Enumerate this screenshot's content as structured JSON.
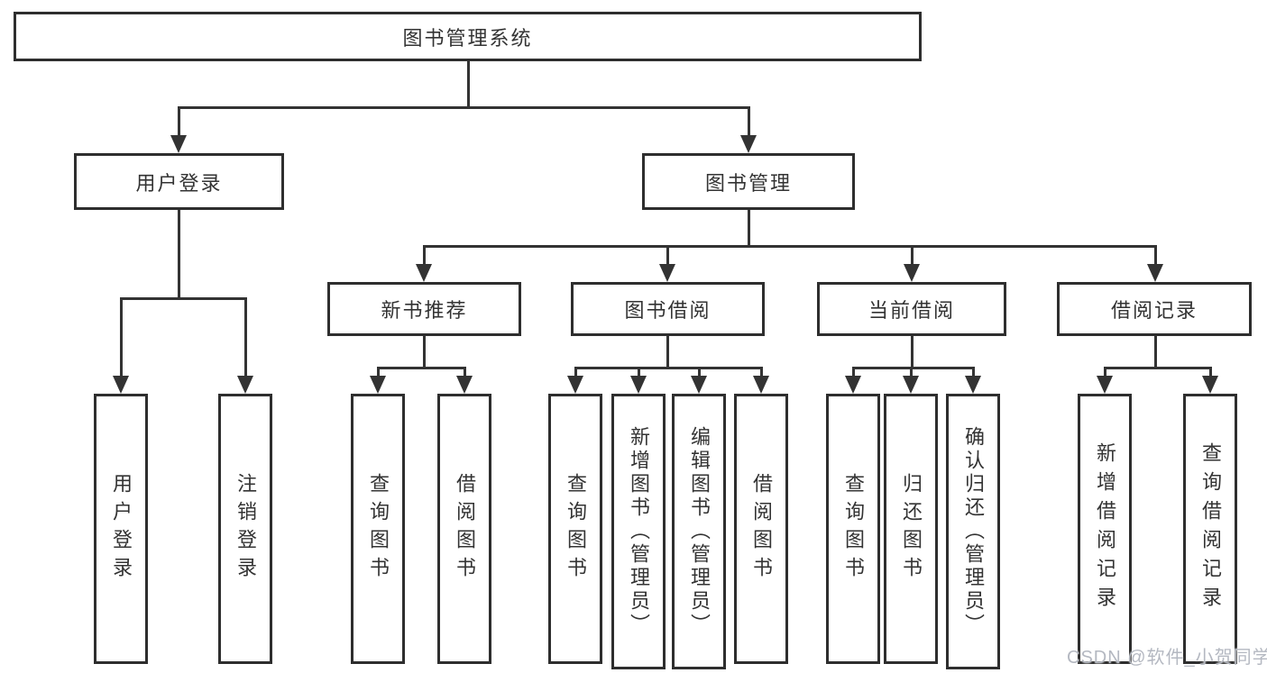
{
  "diagram": {
    "title": "图书管理系统",
    "level2": [
      {
        "label": "用户登录"
      },
      {
        "label": "图书管理"
      }
    ],
    "level3": [
      {
        "label": "新书推荐"
      },
      {
        "label": "图书借阅"
      },
      {
        "label": "当前借阅"
      },
      {
        "label": "借阅记录"
      }
    ],
    "leaves": {
      "user_login": [
        {
          "label": "用户登录"
        },
        {
          "label": "注销登录"
        }
      ],
      "new_book": [
        {
          "label": "查询图书"
        },
        {
          "label": "借阅图书"
        }
      ],
      "book_borrow": [
        {
          "label": "查询图书"
        },
        {
          "label": "新增图书（管理员）"
        },
        {
          "label": "编辑图书（管理员）"
        },
        {
          "label": "借阅图书"
        }
      ],
      "current_borrow": [
        {
          "label": "查询图书"
        },
        {
          "label": "归还图书"
        },
        {
          "label": "确认归还（管理员）"
        }
      ],
      "borrow_record": [
        {
          "label": "新增借阅记录"
        },
        {
          "label": "查询借阅记录"
        }
      ]
    }
  },
  "watermark": "CSDN @软件_小贺同学",
  "colors": {
    "line": "#333333",
    "border": "#2e2e2e",
    "text": "#333333",
    "watermark": "#b4b8c1",
    "background": "#ffffff"
  }
}
